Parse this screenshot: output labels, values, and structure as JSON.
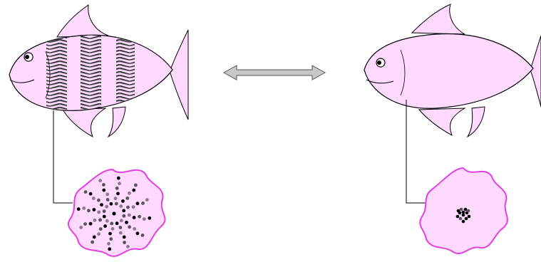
{
  "colors": {
    "fish_fill": "#ffd9ff",
    "fish_stroke": "#000000",
    "stripe_dark": "#2a2a2a",
    "stripe_light": "#9a9a9a",
    "cell_fill": "#ffd9ff",
    "cell_stroke": "#e040e0",
    "granule_dark": "#000000",
    "granule_mid": "#555555",
    "granule_light": "#8a7a8a",
    "arrow_fill": "#c8c8c8",
    "arrow_stroke": "#555555"
  },
  "icons": {
    "left_fish": "striped-fish-icon",
    "right_fish": "plain-fish-icon",
    "left_cell": "melanophore-dispersed-icon",
    "right_cell": "melanophore-aggregated-icon",
    "arrow": "double-headed-arrow-icon"
  },
  "fish_left": {
    "state": "striped",
    "stripe_count": 3
  },
  "fish_right": {
    "state": "plain",
    "stripe_count": 0
  },
  "cell_left": {
    "pigment_state": "dispersed",
    "radial_arms": 12
  },
  "cell_right": {
    "pigment_state": "aggregated"
  }
}
